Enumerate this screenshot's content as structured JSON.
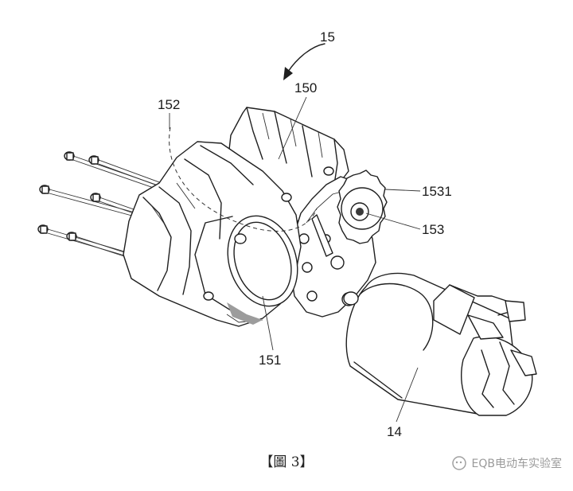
{
  "figure": {
    "labels": {
      "assembly": "15",
      "housing": "150",
      "bore": "151",
      "cover": "152",
      "sprocket": "153",
      "sprocket_teeth": "1531",
      "motor": "14"
    },
    "caption": "【圖 3】"
  },
  "watermark": {
    "text": "EQB电动车实验室"
  }
}
